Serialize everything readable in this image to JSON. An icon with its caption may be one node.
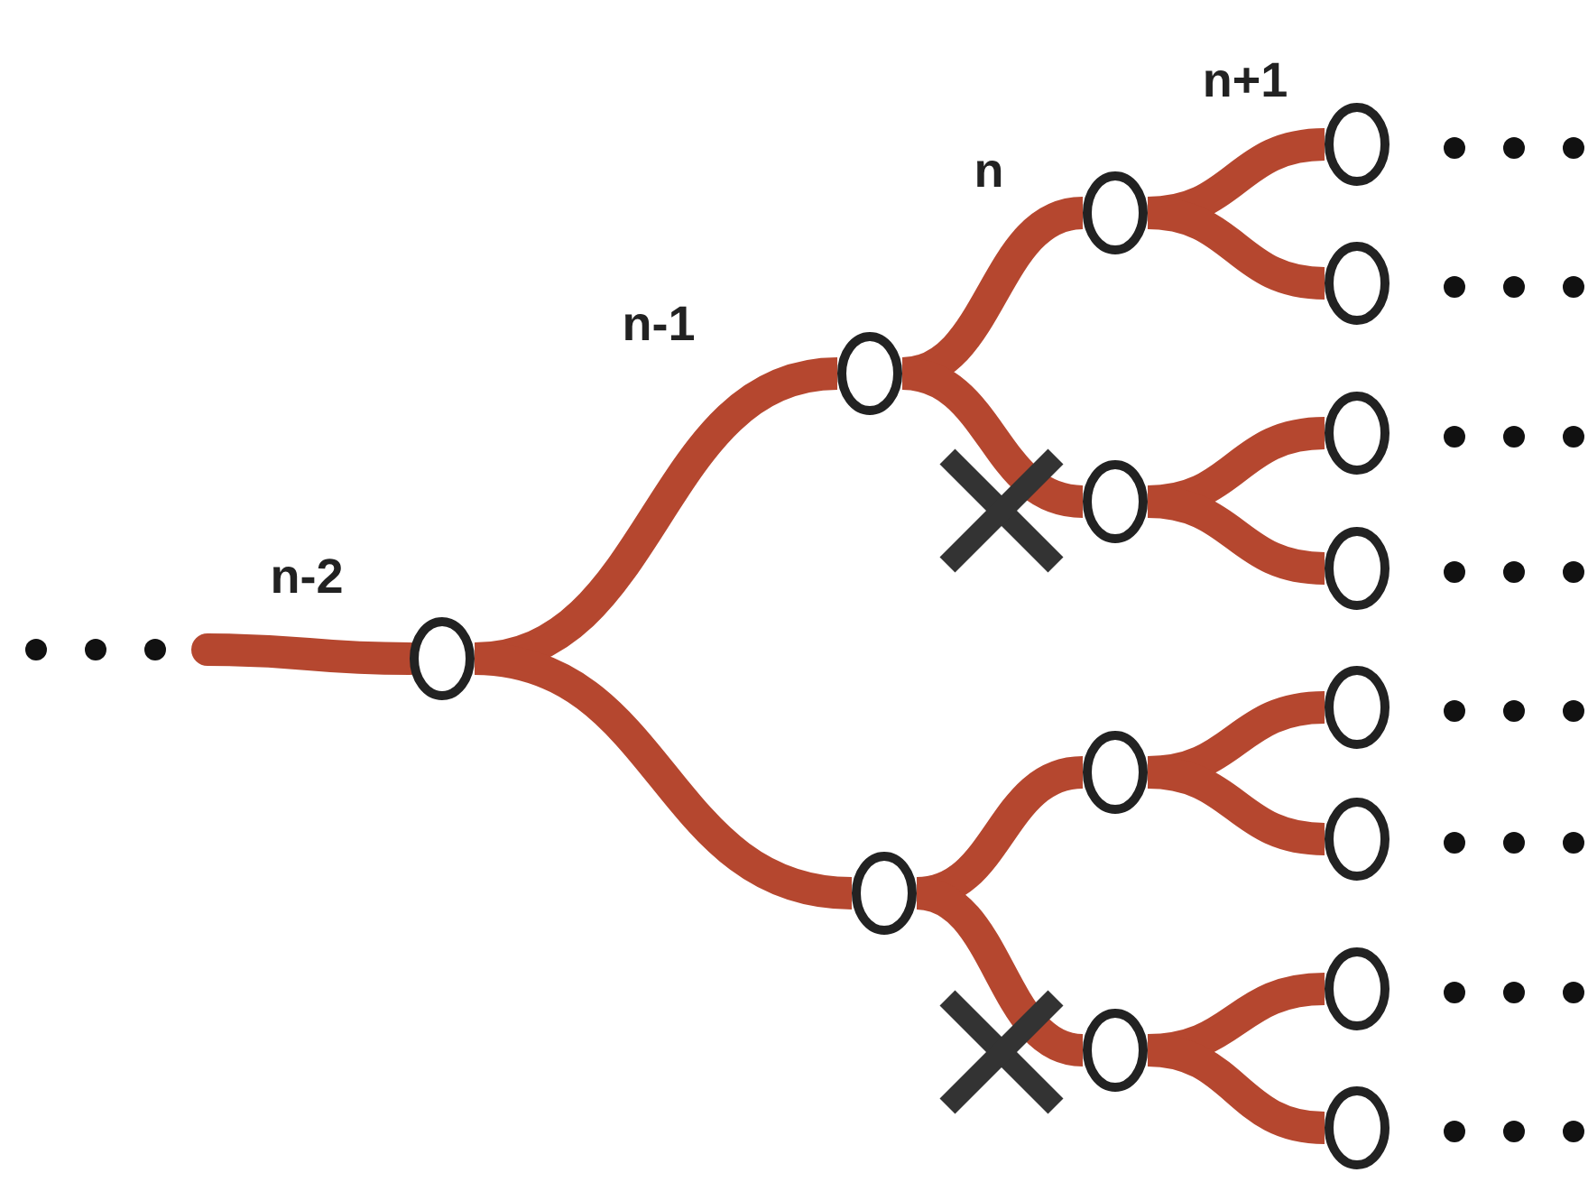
{
  "diagram": {
    "nodes": [
      {
        "text": [],
        "shape": "circle"
      },
      {
        "text": [],
        "shape": "circle"
      },
      {
        "text": [],
        "shape": "circle"
      },
      {
        "text": [],
        "shape": "circle"
      },
      {
        "text": [],
        "shape": "circle"
      },
      {
        "text": [],
        "shape": "circle"
      },
      {
        "text": [],
        "shape": "circle"
      },
      {
        "text": [],
        "shape": "circle"
      },
      {
        "text": [],
        "shape": "circle"
      },
      {
        "text": [],
        "shape": "circle"
      },
      {
        "text": [],
        "shape": "circle"
      },
      {
        "text": [],
        "shape": "circle"
      },
      {
        "text": [],
        "shape": "circle"
      },
      {
        "text": [],
        "shape": "circle"
      },
      {
        "text": [],
        "shape": "circle"
      }
    ],
    "edges": [
      {
        "from": null,
        "to": 0,
        "arrow": "none"
      },
      {
        "from": 0,
        "to": 1,
        "arrow": "none"
      },
      {
        "from": 0,
        "to": 2,
        "arrow": "none"
      },
      {
        "from": 1,
        "to": 3,
        "arrow": "none"
      },
      {
        "from": 1,
        "to": 4,
        "arrow": "none"
      },
      {
        "from": 2,
        "to": 5,
        "arrow": "none"
      },
      {
        "from": 2,
        "to": 6,
        "arrow": "none"
      },
      {
        "from": 3,
        "to": 7,
        "arrow": "none"
      },
      {
        "from": 3,
        "to": 8,
        "arrow": "none"
      },
      {
        "from": 4,
        "to": 9,
        "arrow": "none"
      },
      {
        "from": 4,
        "to": 10,
        "arrow": "none"
      },
      {
        "from": 5,
        "to": 11,
        "arrow": "none"
      },
      {
        "from": 5,
        "to": 12,
        "arrow": "none"
      },
      {
        "from": 6,
        "to": 13,
        "arrow": "none"
      },
      {
        "from": 6,
        "to": 14,
        "arrow": "none"
      }
    ],
    "labels": [
      "n+1",
      "n",
      "n-1",
      "n-2"
    ]
  }
}
